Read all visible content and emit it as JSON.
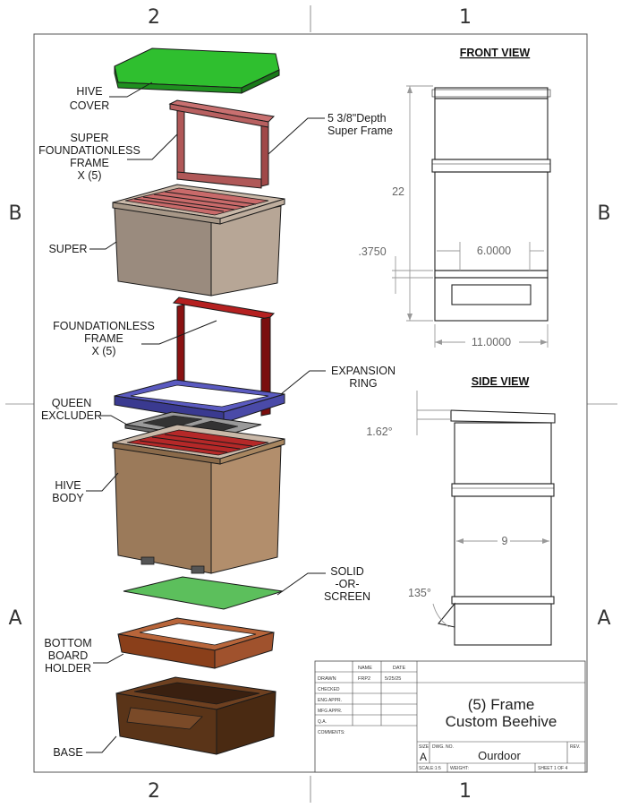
{
  "zones": {
    "top_left": "2",
    "top_right": "1",
    "bottom_left": "2",
    "bottom_right": "1",
    "left_upper": "B",
    "right_upper": "B",
    "left_lower": "A",
    "right_lower": "A"
  },
  "labels": {
    "hive_cover": [
      "HIVE",
      "COVER"
    ],
    "super_frame": [
      "SUPER",
      "FOUNDATIONLESS",
      "FRAME",
      "X (5)"
    ],
    "depth_super_frame": [
      "5 3/8\"Depth",
      "Super Frame"
    ],
    "super": "SUPER",
    "foundationless_frame": [
      "FOUNDATIONLESS",
      "FRAME",
      "X (5)"
    ],
    "expansion_ring": [
      "EXPANSION",
      "RING"
    ],
    "queen_excluder": [
      "QUEEN",
      "EXCLUDER"
    ],
    "hive_body": [
      "HIVE",
      "BODY"
    ],
    "solid_or_screen": [
      "SOLID",
      "-OR-",
      "SCREEN"
    ],
    "bottom_board_holder": [
      "BOTTOM",
      "BOARD",
      "HOLDER"
    ],
    "base": "BASE"
  },
  "views": {
    "front": {
      "title": "FRONT VIEW",
      "dims": {
        "height": "22",
        "opening": "6.0000",
        "slot": ".3750",
        "width": "11.0000"
      }
    },
    "side": {
      "title": "SIDE VIEW",
      "dims": {
        "slope": "1.62°",
        "depth": "9",
        "angle": "135°"
      }
    }
  },
  "title_block": {
    "col_name": "NAME",
    "col_date": "DATE",
    "rows": [
      {
        "role": "DRAWN",
        "name": "FRP2",
        "date": "5/25/25"
      },
      {
        "role": "CHECKED",
        "name": "",
        "date": ""
      },
      {
        "role": "ENG APPR.",
        "name": "",
        "date": ""
      },
      {
        "role": "MFG APPR.",
        "name": "",
        "date": ""
      },
      {
        "role": "Q.A.",
        "name": "",
        "date": ""
      }
    ],
    "comments": "COMMENTS:",
    "title_line1": "(5) Frame",
    "title_line2": "Custom Beehive",
    "size_label": "SIZE",
    "size": "A",
    "dwg_no_label": "DWG. NO.",
    "dwg_no": "Ourdoor",
    "rev_label": "REV.",
    "scale": "SCALE:1:5",
    "weight": "WEIGHT:",
    "sheet": "SHEET 1 OF 4"
  },
  "colors": {
    "cover": "#2fbf2f",
    "super_frame": "#c06060",
    "super_box": "#9a8b7e",
    "frame": "#9a1a1a",
    "expansion_ring": "#4a4aa8",
    "excluder": "#8a8a8a",
    "hive_body": "#9b7a5a",
    "screen": "#5cbf5c",
    "holder": "#a0522d",
    "base": "#5a3418"
  }
}
